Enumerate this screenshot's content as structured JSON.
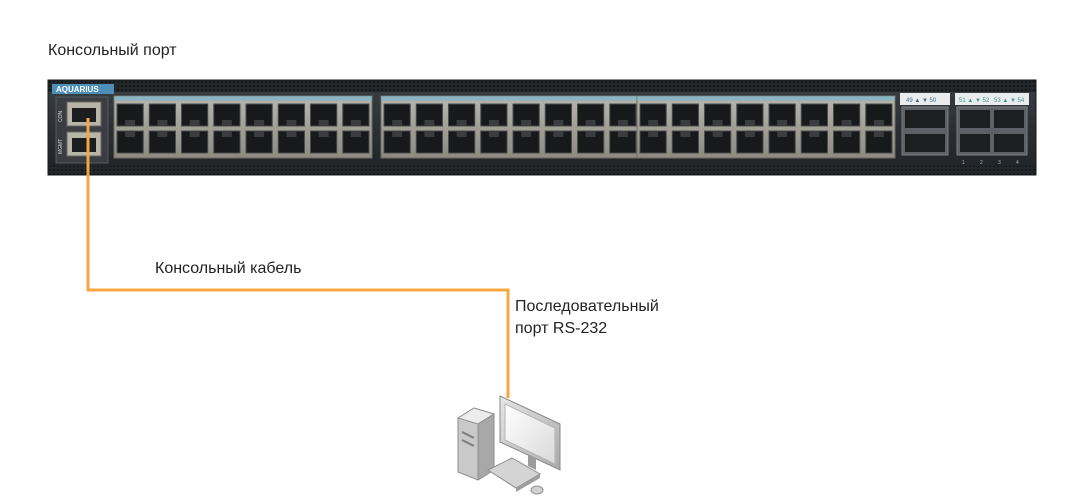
{
  "labels": {
    "console_port": "Консольный порт",
    "console_cable": "Консольный кабель",
    "serial_port_line1": "Последовательный",
    "serial_port_line2": "порт RS-232"
  },
  "switch": {
    "brand": "AQUARIUS",
    "con_label": "CON",
    "mgmt_label": "MGMT",
    "port_count_copper": 48,
    "sfp_group1_label": "49 ▲ ▼ 50",
    "sfp_group2a_label": "51 ▲ ▼ 52",
    "sfp_group2b_label": "53 ▲ ▼ 54",
    "sfp_numbers": [
      "1",
      "2",
      "3",
      "4"
    ]
  },
  "colors": {
    "cable": "#f5a742",
    "chassis": "#2f3337",
    "port_group_panel": "#9c9a8e",
    "port_label_blue": "#6fb4d6",
    "port_label_teal": "#49c5b6"
  },
  "icons": {
    "computer": "desktop-computer-icon"
  }
}
